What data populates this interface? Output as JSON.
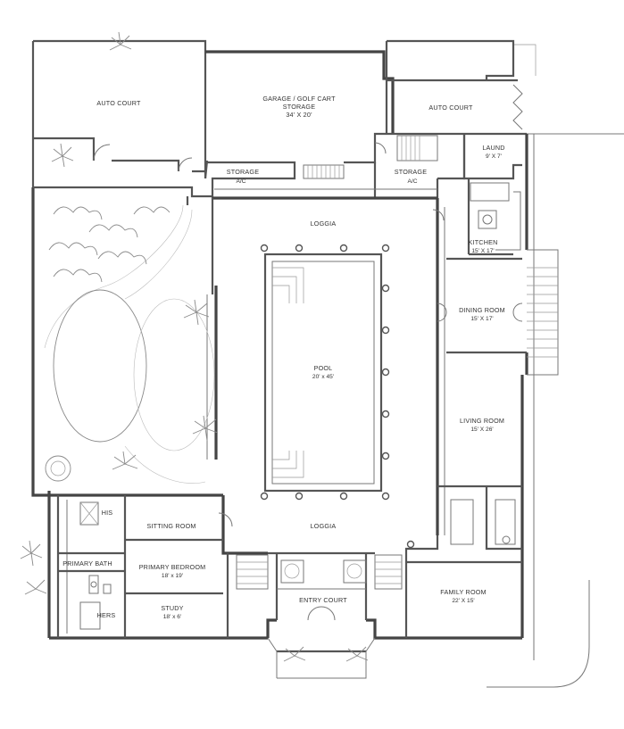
{
  "rooms": {
    "auto_court_left": {
      "name": "AUTO COURT"
    },
    "garage": {
      "name": "GARAGE / GOLF CART",
      "name2": "STORAGE",
      "dims": "34' X 20'"
    },
    "auto_court_right": {
      "name": "AUTO COURT"
    },
    "laund": {
      "name": "LAUND",
      "dims": "9' X 7'"
    },
    "storage_ac_left": {
      "name": "STORAGE",
      "sub": "A/C"
    },
    "storage_ac_right": {
      "name": "STORAGE",
      "sub": "A/C"
    },
    "loggia_top": {
      "name": "LOGGIA"
    },
    "kitchen": {
      "name": "KITCHEN",
      "dims": "15' X 17'"
    },
    "dining": {
      "name": "DINING ROOM",
      "dims": "15' X 17'"
    },
    "pool": {
      "name": "POOL",
      "dims": "20' x 45'"
    },
    "living": {
      "name": "LIVING ROOM",
      "dims": "15' X 26'"
    },
    "loggia_bottom": {
      "name": "LOGGIA"
    },
    "his": {
      "name": "HIS"
    },
    "sitting": {
      "name": "SITTING ROOM"
    },
    "primary_bath": {
      "name": "PRIMARY BATH"
    },
    "primary_bedroom": {
      "name": "PRIMARY BEDROOM",
      "dims": "18' x 19'"
    },
    "study": {
      "name": "STUDY",
      "dims": "18' x 6'"
    },
    "hers": {
      "name": "HERS"
    },
    "entry_court": {
      "name": "ENTRY COURT"
    },
    "family": {
      "name": "FAMILY ROOM",
      "dims": "22' X 15'"
    }
  }
}
